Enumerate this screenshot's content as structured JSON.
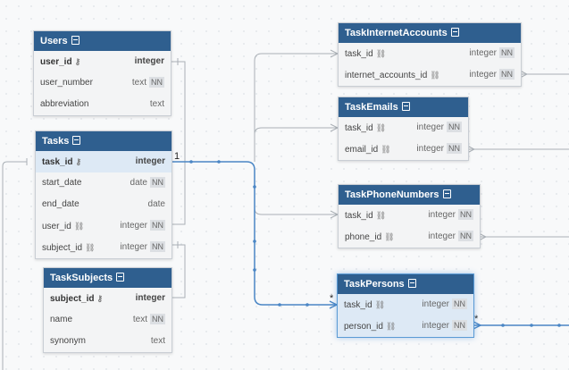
{
  "tables": {
    "users": {
      "title": "Users",
      "rows": [
        {
          "name": "user_id",
          "type": "integer"
        },
        {
          "name": "user_number",
          "type": "text",
          "nn": "NN"
        },
        {
          "name": "abbreviation",
          "type": "text"
        }
      ]
    },
    "tasks": {
      "title": "Tasks",
      "rows": [
        {
          "name": "task_id",
          "type": "integer"
        },
        {
          "name": "start_date",
          "type": "date",
          "nn": "NN"
        },
        {
          "name": "end_date",
          "type": "date"
        },
        {
          "name": "user_id",
          "type": "integer",
          "nn": "NN"
        },
        {
          "name": "subject_id",
          "type": "integer",
          "nn": "NN"
        }
      ]
    },
    "task_subjects": {
      "title": "TaskSubjects",
      "rows": [
        {
          "name": "subject_id",
          "type": "integer"
        },
        {
          "name": "name",
          "type": "text",
          "nn": "NN"
        },
        {
          "name": "synonym",
          "type": "text"
        }
      ]
    },
    "task_internet_accounts": {
      "title": "TaskInternetAccounts",
      "rows": [
        {
          "name": "task_id",
          "type": "integer",
          "nn": "NN"
        },
        {
          "name": "internet_accounts_id",
          "type": "integer",
          "nn": "NN"
        }
      ]
    },
    "task_emails": {
      "title": "TaskEmails",
      "rows": [
        {
          "name": "task_id",
          "type": "integer",
          "nn": "NN"
        },
        {
          "name": "email_id",
          "type": "integer",
          "nn": "NN"
        }
      ]
    },
    "task_phone_numbers": {
      "title": "TaskPhoneNumbers",
      "rows": [
        {
          "name": "task_id",
          "type": "integer",
          "nn": "NN"
        },
        {
          "name": "phone_id",
          "type": "integer",
          "nn": "NN"
        }
      ]
    },
    "task_persons": {
      "title": "TaskPersons",
      "rows": [
        {
          "name": "task_id",
          "type": "integer",
          "nn": "NN"
        },
        {
          "name": "person_id",
          "type": "integer",
          "nn": "NN"
        }
      ]
    }
  },
  "cardinality": {
    "one": "1",
    "many_left": "*",
    "many_right": "*"
  },
  "colors": {
    "header": "#2f5f8f",
    "selected_line": "#4a86c5",
    "line": "#aab0b6"
  }
}
